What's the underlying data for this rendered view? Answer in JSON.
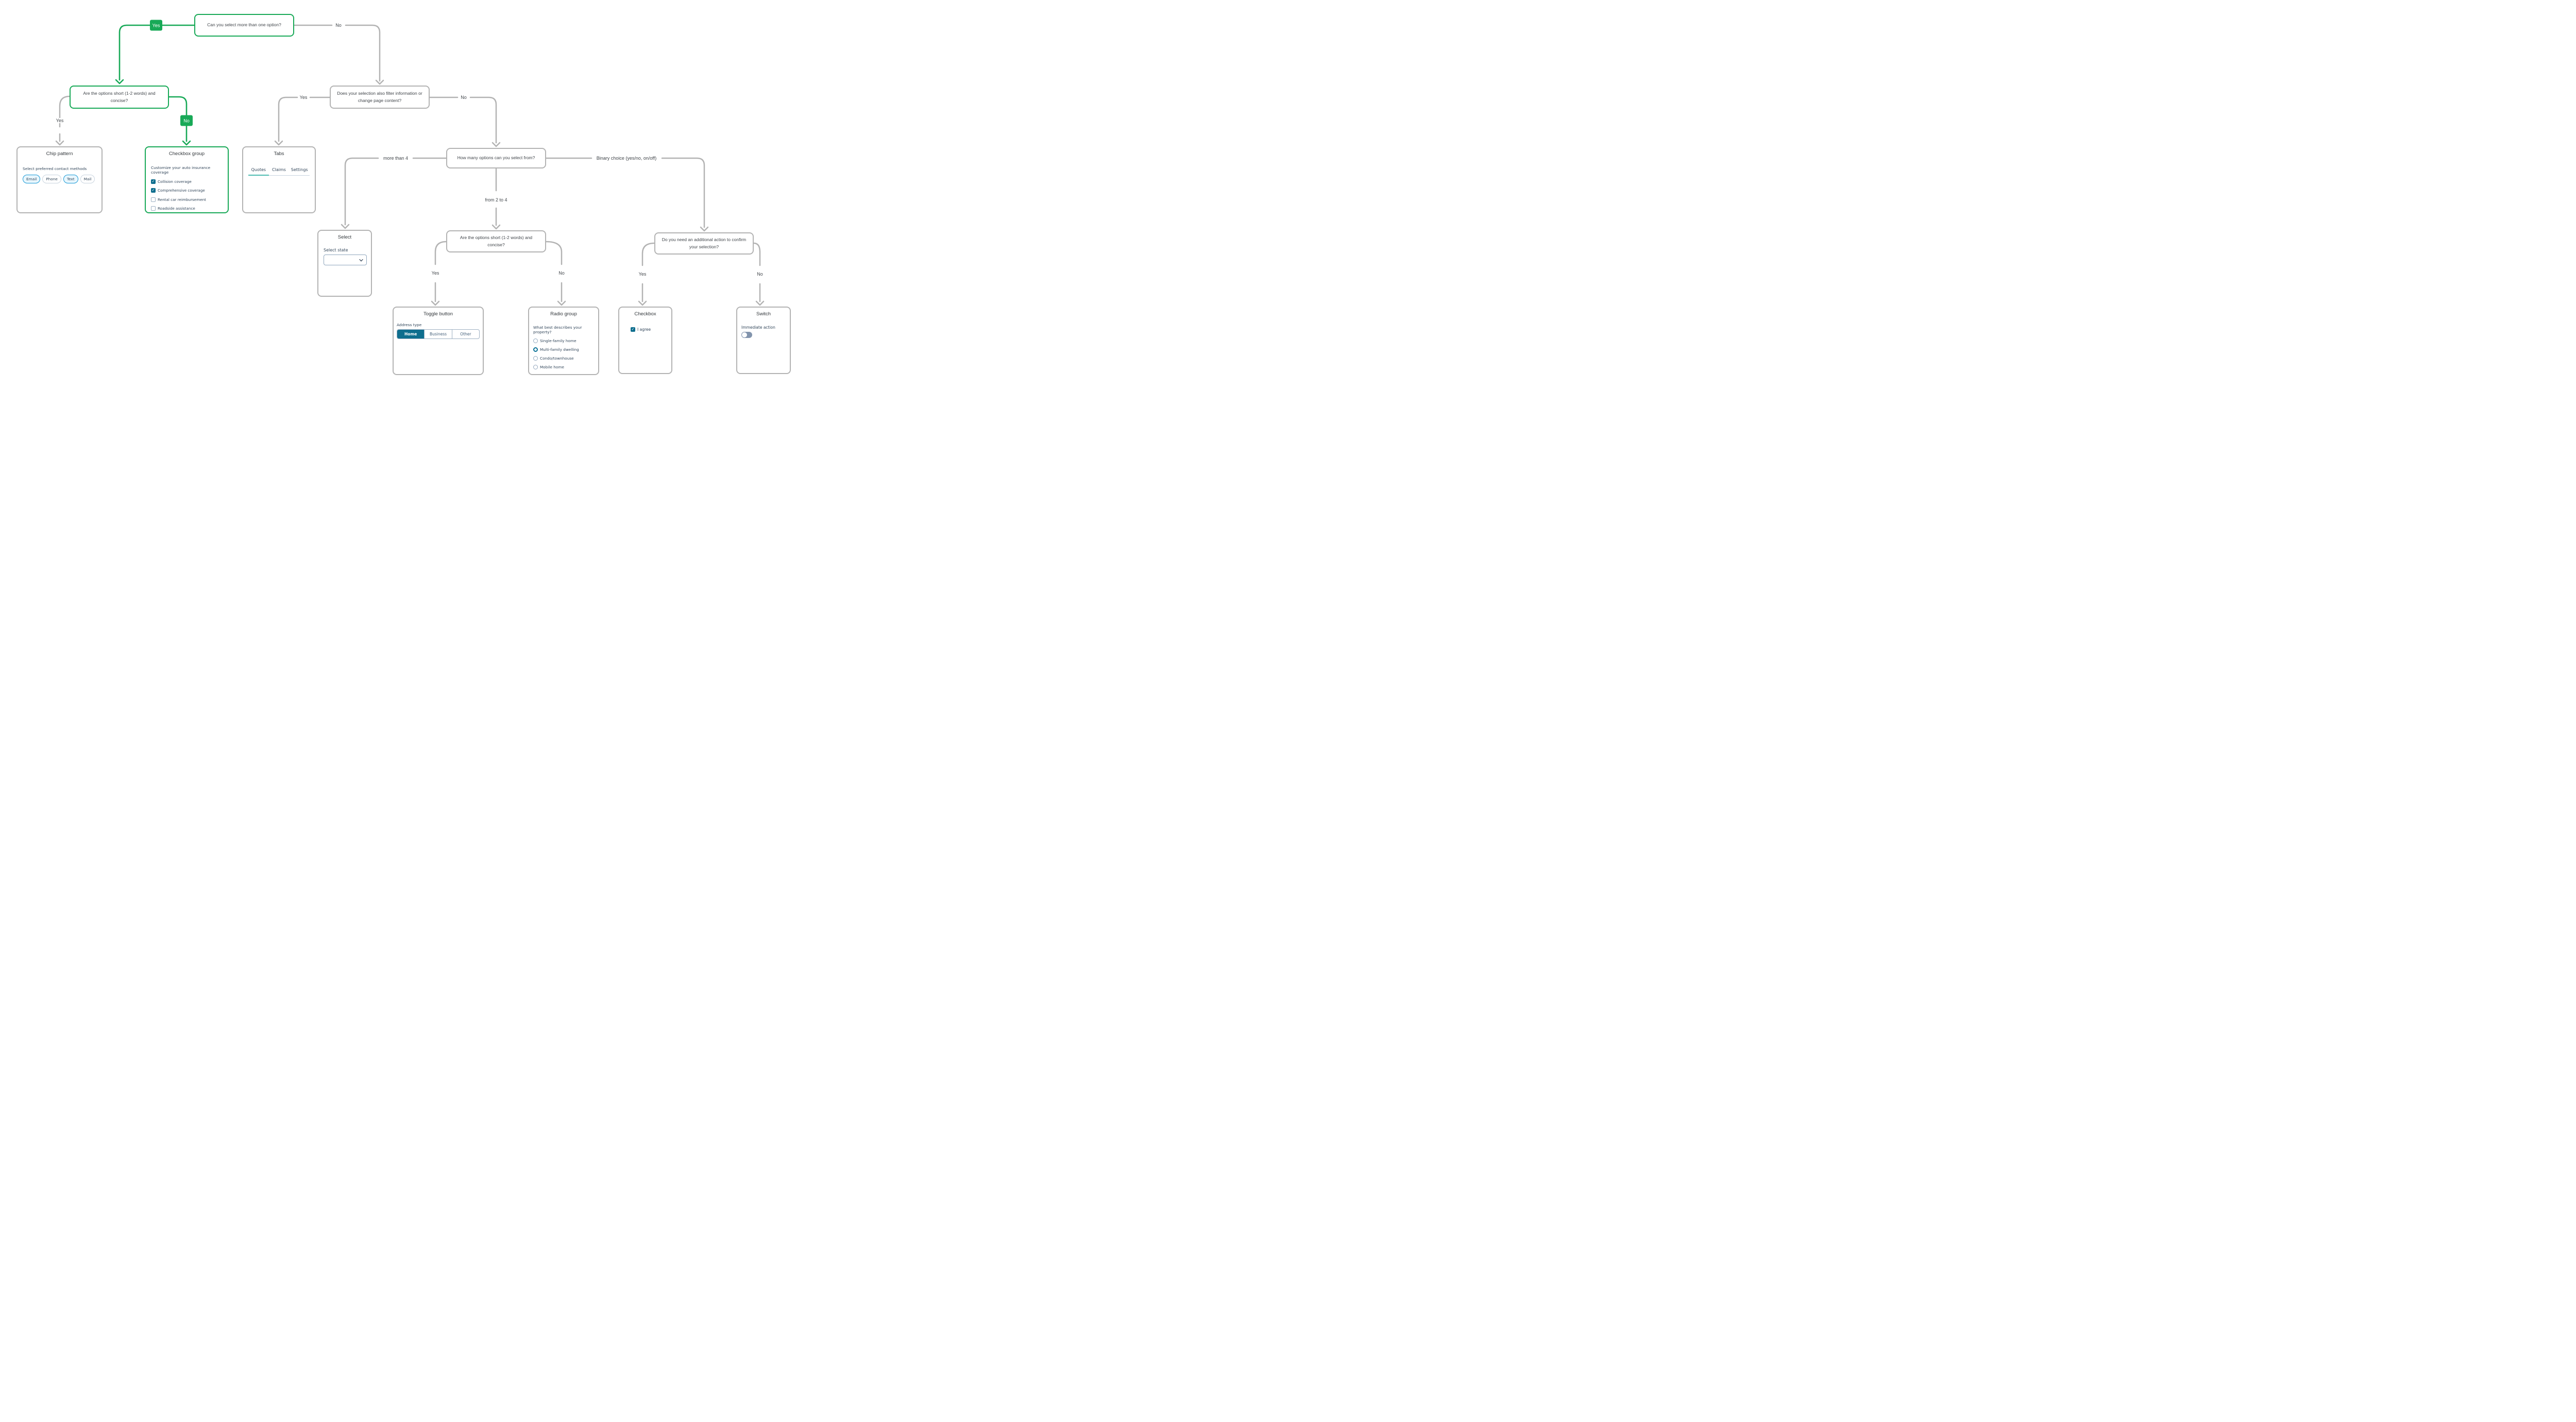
{
  "flow": {
    "questions": {
      "q_multi": "Can you select more than one option?",
      "q_short1": "Are the options short (1-2 words) and concise?",
      "q_filter": "Does your selection also filter information or change page content?",
      "q_how_many": "How many options can you select from?",
      "q_short2": "Are the options short (1-2 words) and concise?",
      "q_confirm": "Do you need an additional action to confirm your selection?"
    },
    "labels": {
      "yes": "Yes",
      "no": "No",
      "more_than_4": "more than 4",
      "from_2_to_4": "from 2 to 4",
      "binary_choice": "Binary choice (yes/no, on/off)"
    }
  },
  "cards": {
    "chip_pattern": {
      "title": "Chip pattern",
      "label": "Select preferred contact methods",
      "chips": [
        {
          "label": "Email",
          "selected": true
        },
        {
          "label": "Phone",
          "selected": false
        },
        {
          "label": "Text",
          "selected": true
        },
        {
          "label": "Mail",
          "selected": false
        }
      ]
    },
    "checkbox_group": {
      "title": "Checkbox group",
      "label": "Customize your auto insurance coverage",
      "options": [
        {
          "label": "Collision coverage",
          "checked": true
        },
        {
          "label": "Comprehensive coverage",
          "checked": true
        },
        {
          "label": "Rental car reimbursement",
          "checked": false
        },
        {
          "label": "Roadside assistance",
          "checked": false
        }
      ]
    },
    "tabs": {
      "title": "Tabs",
      "items": [
        {
          "label": "Quotes",
          "active": true
        },
        {
          "label": "Claims",
          "active": false
        },
        {
          "label": "Settings",
          "active": false
        }
      ]
    },
    "select": {
      "title": "Select",
      "label": "Select state",
      "value": ""
    },
    "toggle_button": {
      "title": "Toggle button",
      "label": "Address type",
      "segments": [
        {
          "label": "Home",
          "active": true
        },
        {
          "label": "Business",
          "active": false
        },
        {
          "label": "Other",
          "active": false
        }
      ]
    },
    "radio_group": {
      "title": "Radio group",
      "label": "What best describes your property?",
      "options": [
        {
          "label": "Single-family home",
          "selected": false
        },
        {
          "label": "Multi-family dwelling",
          "selected": true
        },
        {
          "label": "Condo/townhouse",
          "selected": false
        },
        {
          "label": "Mobile home",
          "selected": false
        }
      ]
    },
    "checkbox": {
      "title": "Checkbox",
      "option": {
        "label": "I agree",
        "checked": true
      }
    },
    "switch": {
      "title": "Switch",
      "label": "Immediate action",
      "on": false
    }
  },
  "colors": {
    "accent_green": "#18a957",
    "line_gray": "#b3b3b3",
    "control_teal": "#0e6e8e",
    "chip_selected_blue": "#1899d6",
    "tab_active_teal": "#4cbcb0",
    "radio_selected_teal": "#0b7297",
    "switch_track": "#8294ad"
  }
}
